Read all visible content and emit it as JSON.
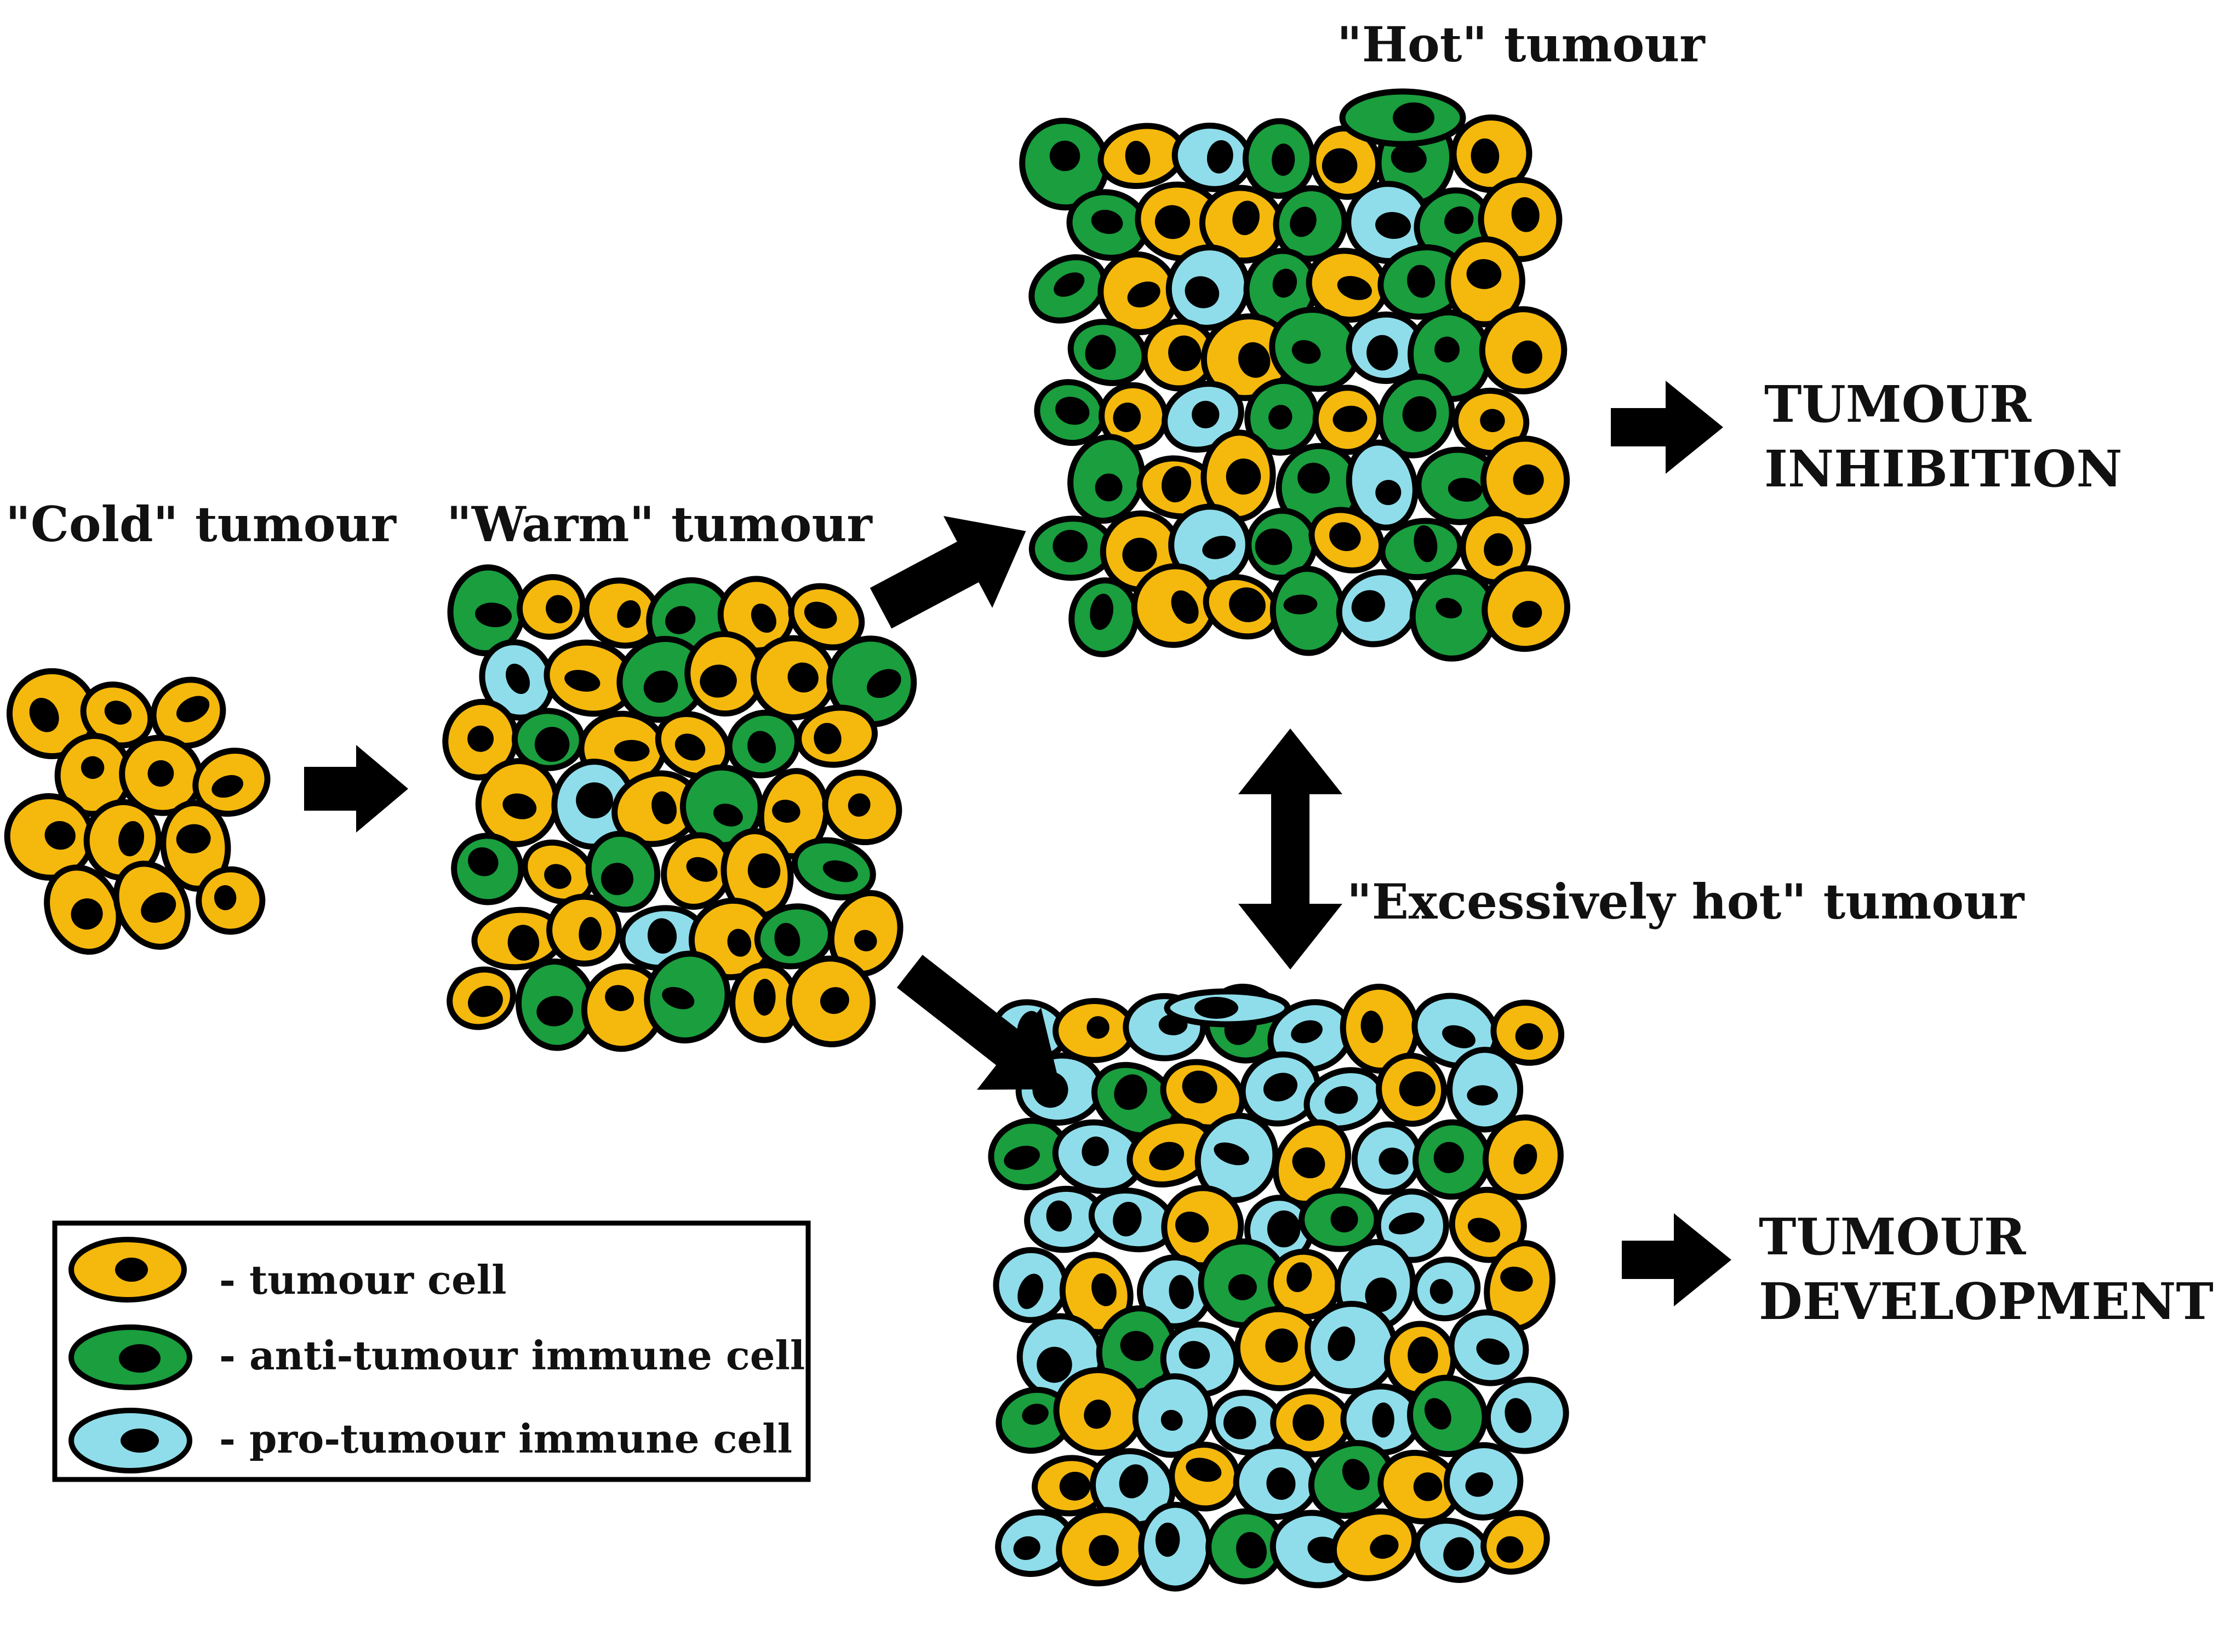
{
  "tumours": {
    "cold": {
      "label": "\"Cold\" tumour"
    },
    "warm": {
      "label": "\"Warm\" tumour"
    },
    "hot": {
      "label": "\"Hot\" tumour"
    },
    "excessively_hot": {
      "label": "\"Excessively hot\" tumour"
    }
  },
  "outcomes": {
    "inhibition": {
      "line1": "TUMOUR",
      "line2": "INHIBITION"
    },
    "development": {
      "line1": "TUMOUR",
      "line2": "DEVELOPMENT"
    }
  },
  "legend": {
    "items": [
      {
        "key": "tumour",
        "label": "- tumour cell",
        "color": "#F5B80C"
      },
      {
        "key": "anti",
        "label": "- anti-tumour immune cell",
        "color": "#1A9E3E"
      },
      {
        "key": "pro",
        "label": "- pro-tumour immune cell",
        "color": "#8FDDEA"
      }
    ]
  },
  "colors": {
    "tumour_cell": "#F5B80C",
    "anti_tumour_immune_cell": "#1A9E3E",
    "pro_tumour_immune_cell": "#8FDDEA",
    "nucleus": "#000000",
    "outline": "#000000"
  },
  "icons": {
    "arrow_cold_to_warm": "arrow-right-icon",
    "arrow_warm_to_hot": "arrow-up-right-icon",
    "arrow_warm_to_excessive": "arrow-down-right-icon",
    "arrow_hot_outcome": "arrow-right-icon",
    "arrow_excessive_outcome": "arrow-right-icon",
    "arrow_hot_excessive": "double-arrow-vertical-icon"
  }
}
